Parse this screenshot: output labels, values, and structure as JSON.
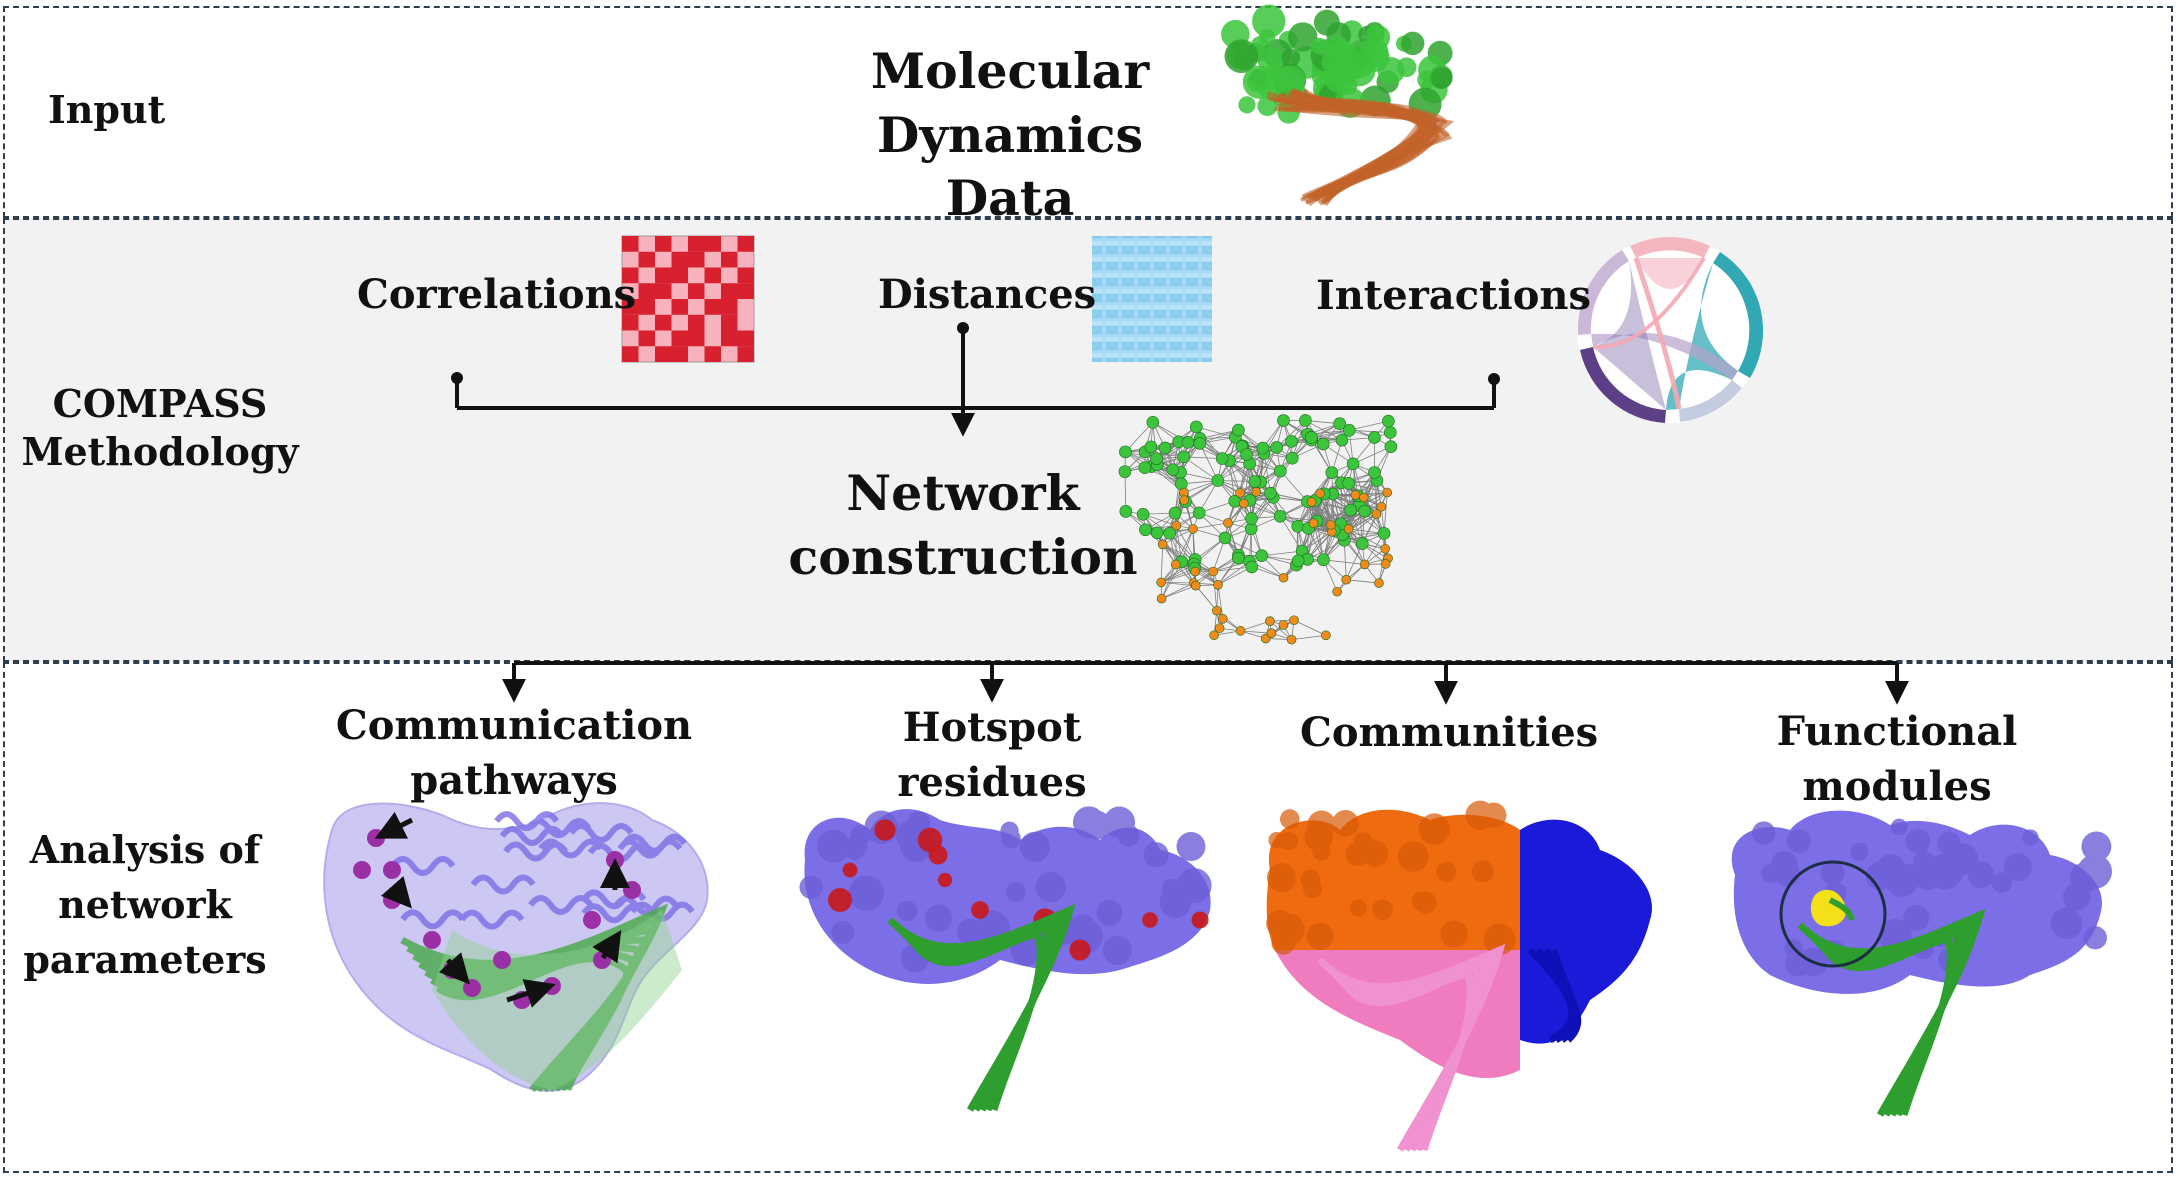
{
  "input": {
    "section_label": "Input",
    "title_line1": "Molecular",
    "title_line2": "Dynamics Data"
  },
  "methodology": {
    "section_label_line1": "COMPASS",
    "section_label_line2": "Methodology",
    "correlations": "Correlations",
    "distances": "Distances",
    "interactions": "Interactions",
    "network_line1": "Network",
    "network_line2": "construction"
  },
  "analysis": {
    "section_label_line1": "Analysis of",
    "section_label_line2": "network",
    "section_label_line3": "parameters",
    "pathways_line1": "Communication",
    "pathways_line2": "pathways",
    "hotspot_line1": "Hotspot",
    "hotspot_line2": "residues",
    "communities": "Communities",
    "modules_line1": "Functional",
    "modules_line2": "modules"
  },
  "colors": {
    "border": "#2d3e4e",
    "method_bg": "#f2f2f2",
    "protein_purple": "#7b6ee6",
    "rna_green": "#2e9e2e",
    "md_green": "#3cc43c",
    "md_orange": "#c2622a",
    "correlation_red": "#d9202e",
    "correlation_pink": "#f7b3bd",
    "distance_blue": "#8fd0f0",
    "community_orange": "#f06a10",
    "community_blue": "#1a1ad8",
    "community_pink": "#f07cc0",
    "hotspot_red": "#c81818",
    "module_yellow": "#f2e01a"
  }
}
